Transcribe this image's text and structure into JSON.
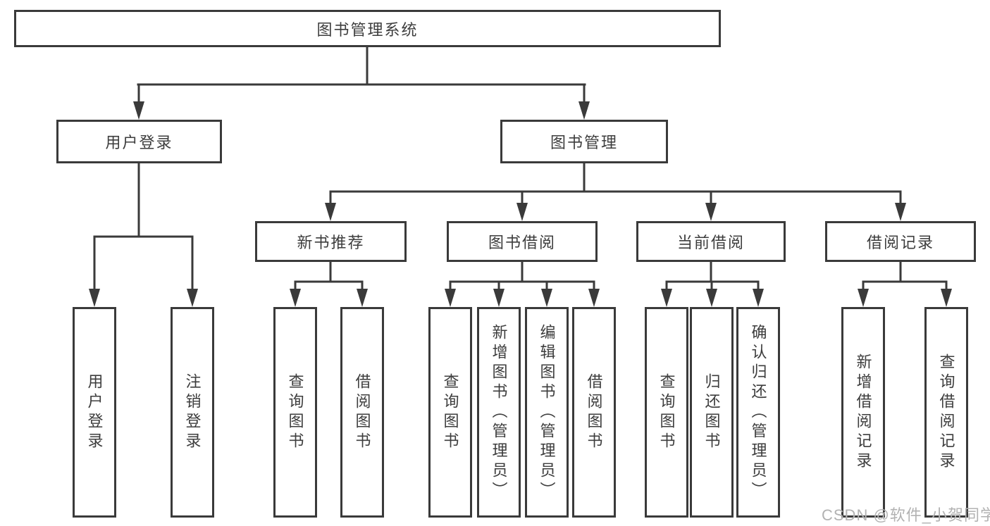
{
  "diagram_type": "hierarchy-tree",
  "colors": {
    "box_border": "#3a3a3a",
    "line": "#3a3a3a",
    "text": "#3d3d3d",
    "watermark": "#b2b2b2",
    "background": "#ffffff"
  },
  "tree": {
    "root": {
      "label": "图书管理系统",
      "children": [
        {
          "label": "用户登录",
          "children": [
            {
              "label": "用户登录"
            },
            {
              "label": "注销登录"
            }
          ]
        },
        {
          "label": "图书管理",
          "children": [
            {
              "label": "新书推荐",
              "children": [
                {
                  "label": "查询图书"
                },
                {
                  "label": "借阅图书"
                }
              ]
            },
            {
              "label": "图书借阅",
              "children": [
                {
                  "label": "查询图书"
                },
                {
                  "label": "新增图书（管理员）"
                },
                {
                  "label": "编辑图书（管理员）"
                },
                {
                  "label": "借阅图书"
                }
              ]
            },
            {
              "label": "当前借阅",
              "children": [
                {
                  "label": "查询图书"
                },
                {
                  "label": "归还图书"
                },
                {
                  "label": "确认归还（管理员）"
                }
              ]
            },
            {
              "label": "借阅记录",
              "children": [
                {
                  "label": "新增借阅记录"
                },
                {
                  "label": "查询借阅记录"
                }
              ]
            }
          ]
        }
      ]
    }
  },
  "watermark": {
    "text": "CSDN @软件_小贺同学"
  }
}
